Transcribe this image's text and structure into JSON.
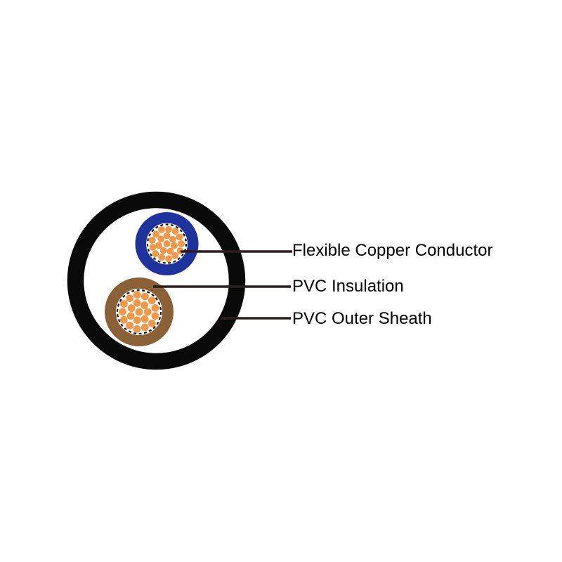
{
  "diagram": {
    "description": "Two-core flexible cable cross-section",
    "sheath_color": "#0a0a0a",
    "core_top_insulation_color": "#1e339c",
    "core_bottom_insulation_color": "#8a6137",
    "conductor_color": "#f2984a",
    "dash_color": "#141414",
    "leader_line_color": "#2c1d1e",
    "background_color": "#ffffff",
    "inner_fill_color": "#ffffff"
  },
  "labels": [
    {
      "text": "Flexible Copper Conductor"
    },
    {
      "text": "PVC Insulation"
    },
    {
      "text": "PVC Outer Sheath"
    }
  ]
}
